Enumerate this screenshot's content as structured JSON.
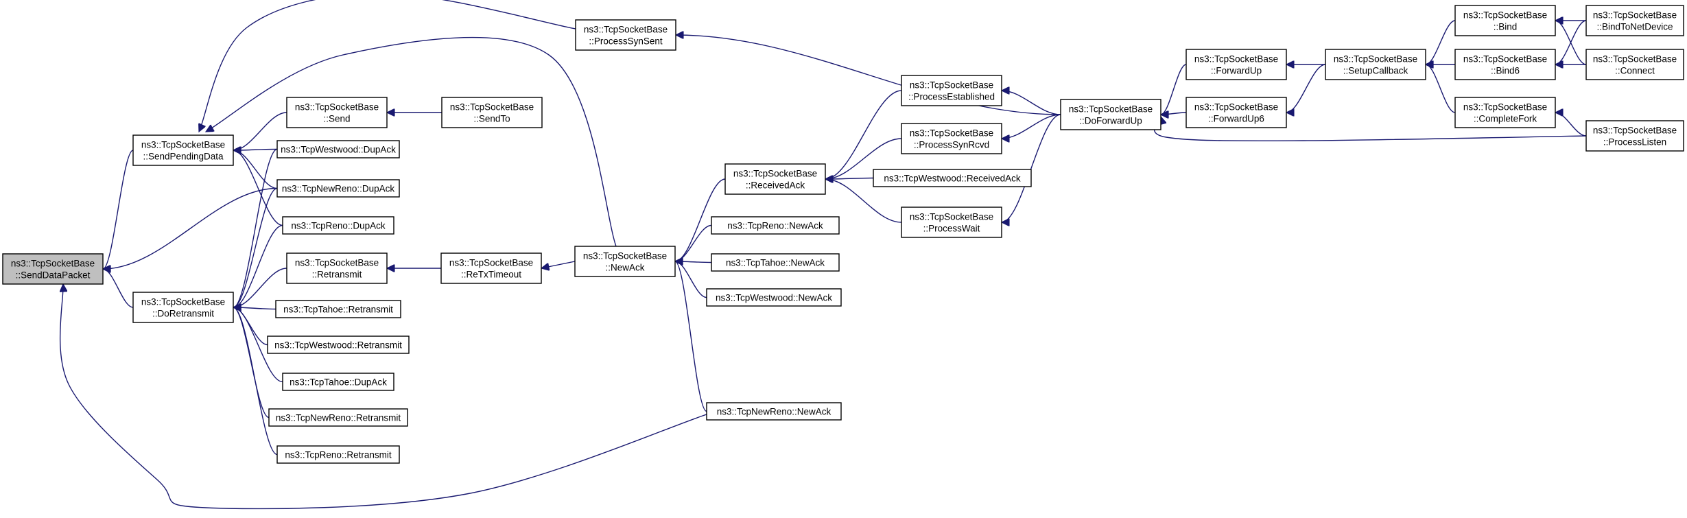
{
  "graph": {
    "nodes": [
      {
        "id": "sdp",
        "lines": [
          "ns3::TcpSocketBase",
          "::SendDataPacket"
        ],
        "root": true
      },
      {
        "id": "spd",
        "lines": [
          "ns3::TcpSocketBase",
          "::SendPendingData"
        ]
      },
      {
        "id": "dre",
        "lines": [
          "ns3::TcpSocketBase",
          "::DoRetransmit"
        ]
      },
      {
        "id": "pss",
        "lines": [
          "ns3::TcpSocketBase",
          "::ProcessSynSent"
        ]
      },
      {
        "id": "send",
        "lines": [
          "ns3::TcpSocketBase",
          "::Send"
        ]
      },
      {
        "id": "sendto",
        "lines": [
          "ns3::TcpSocketBase",
          "::SendTo"
        ]
      },
      {
        "id": "twda",
        "lines": [
          "ns3::TcpWestwood::DupAck"
        ]
      },
      {
        "id": "tnrda",
        "lines": [
          "ns3::TcpNewReno::DupAck"
        ]
      },
      {
        "id": "trda",
        "lines": [
          "ns3::TcpReno::DupAck"
        ]
      },
      {
        "id": "retr",
        "lines": [
          "ns3::TcpSocketBase",
          "::Retransmit"
        ]
      },
      {
        "id": "ttr",
        "lines": [
          "ns3::TcpTahoe::Retransmit"
        ]
      },
      {
        "id": "twr",
        "lines": [
          "ns3::TcpWestwood::Retransmit"
        ]
      },
      {
        "id": "ttda",
        "lines": [
          "ns3::TcpTahoe::DupAck"
        ]
      },
      {
        "id": "tnrr",
        "lines": [
          "ns3::TcpNewReno::Retransmit"
        ]
      },
      {
        "id": "trr",
        "lines": [
          "ns3::TcpReno::Retransmit"
        ]
      },
      {
        "id": "rtx",
        "lines": [
          "ns3::TcpSocketBase",
          "::ReTxTimeout"
        ]
      },
      {
        "id": "newack",
        "lines": [
          "ns3::TcpSocketBase",
          "::NewAck"
        ]
      },
      {
        "id": "ra",
        "lines": [
          "ns3::TcpSocketBase",
          "::ReceivedAck"
        ]
      },
      {
        "id": "trna",
        "lines": [
          "ns3::TcpReno::NewAck"
        ]
      },
      {
        "id": "ttna",
        "lines": [
          "ns3::TcpTahoe::NewAck"
        ]
      },
      {
        "id": "twna",
        "lines": [
          "ns3::TcpWestwood::NewAck"
        ]
      },
      {
        "id": "tnrna",
        "lines": [
          "ns3::TcpNewReno::NewAck"
        ]
      },
      {
        "id": "pe",
        "lines": [
          "ns3::TcpSocketBase",
          "::ProcessEstablished"
        ]
      },
      {
        "id": "psr",
        "lines": [
          "ns3::TcpSocketBase",
          "::ProcessSynRcvd"
        ]
      },
      {
        "id": "twra",
        "lines": [
          "ns3::TcpWestwood::ReceivedAck"
        ]
      },
      {
        "id": "pw",
        "lines": [
          "ns3::TcpSocketBase",
          "::ProcessWait"
        ]
      },
      {
        "id": "dfu",
        "lines": [
          "ns3::TcpSocketBase",
          "::DoForwardUp"
        ]
      },
      {
        "id": "fu",
        "lines": [
          "ns3::TcpSocketBase",
          "::ForwardUp"
        ]
      },
      {
        "id": "fu6",
        "lines": [
          "ns3::TcpSocketBase",
          "::ForwardUp6"
        ]
      },
      {
        "id": "scb",
        "lines": [
          "ns3::TcpSocketBase",
          "::SetupCallback"
        ]
      },
      {
        "id": "bind",
        "lines": [
          "ns3::TcpSocketBase",
          "::Bind"
        ]
      },
      {
        "id": "bind6",
        "lines": [
          "ns3::TcpSocketBase",
          "::Bind6"
        ]
      },
      {
        "id": "cf",
        "lines": [
          "ns3::TcpSocketBase",
          "::CompleteFork"
        ]
      },
      {
        "id": "btnd",
        "lines": [
          "ns3::TcpSocketBase",
          "::BindToNetDevice"
        ]
      },
      {
        "id": "conn",
        "lines": [
          "ns3::TcpSocketBase",
          "::Connect"
        ]
      },
      {
        "id": "pl",
        "lines": [
          "ns3::TcpSocketBase",
          "::ProcessListen"
        ]
      }
    ],
    "edges": [
      {
        "from": "spd",
        "to": "sdp"
      },
      {
        "from": "dre",
        "to": "sdp"
      },
      {
        "from": "tnrda",
        "to": "sdp"
      },
      {
        "from": "tnrna",
        "to": "sdp"
      },
      {
        "from": "pss",
        "to": "spd"
      },
      {
        "from": "newack",
        "to": "spd"
      },
      {
        "from": "send",
        "to": "spd"
      },
      {
        "from": "twda",
        "to": "spd"
      },
      {
        "from": "tnrda",
        "to": "spd"
      },
      {
        "from": "trda",
        "to": "spd"
      },
      {
        "from": "sendto",
        "to": "send"
      },
      {
        "from": "twda",
        "to": "dre"
      },
      {
        "from": "tnrda",
        "to": "dre"
      },
      {
        "from": "trda",
        "to": "dre"
      },
      {
        "from": "retr",
        "to": "dre"
      },
      {
        "from": "ttr",
        "to": "dre"
      },
      {
        "from": "twr",
        "to": "dre"
      },
      {
        "from": "ttda",
        "to": "dre"
      },
      {
        "from": "tnrr",
        "to": "dre"
      },
      {
        "from": "trr",
        "to": "dre"
      },
      {
        "from": "rtx",
        "to": "retr"
      },
      {
        "from": "newack",
        "to": "rtx"
      },
      {
        "from": "ra",
        "to": "newack"
      },
      {
        "from": "trna",
        "to": "newack"
      },
      {
        "from": "ttna",
        "to": "newack"
      },
      {
        "from": "twna",
        "to": "newack"
      },
      {
        "from": "tnrna",
        "to": "newack"
      },
      {
        "from": "pe",
        "to": "ra"
      },
      {
        "from": "psr",
        "to": "ra"
      },
      {
        "from": "twra",
        "to": "ra"
      },
      {
        "from": "pw",
        "to": "ra"
      },
      {
        "from": "dfu",
        "to": "pss"
      },
      {
        "from": "dfu",
        "to": "pe"
      },
      {
        "from": "dfu",
        "to": "psr"
      },
      {
        "from": "dfu",
        "to": "pw"
      },
      {
        "from": "fu",
        "to": "dfu"
      },
      {
        "from": "fu6",
        "to": "dfu"
      },
      {
        "from": "pl",
        "to": "dfu"
      },
      {
        "from": "scb",
        "to": "fu"
      },
      {
        "from": "scb",
        "to": "fu6"
      },
      {
        "from": "bind",
        "to": "scb"
      },
      {
        "from": "bind6",
        "to": "scb"
      },
      {
        "from": "cf",
        "to": "scb"
      },
      {
        "from": "btnd",
        "to": "bind"
      },
      {
        "from": "conn",
        "to": "bind"
      },
      {
        "from": "btnd",
        "to": "bind6"
      },
      {
        "from": "conn",
        "to": "bind6"
      },
      {
        "from": "pl",
        "to": "cf"
      }
    ]
  }
}
